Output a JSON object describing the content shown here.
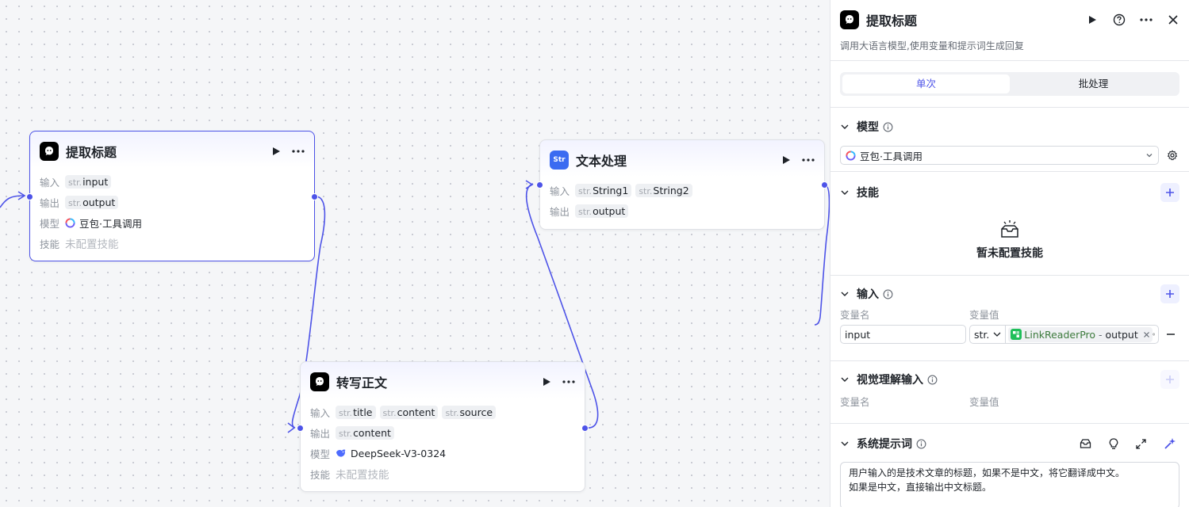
{
  "canvas": {
    "nodes": [
      {
        "id": "extract-title",
        "title": "提取标题",
        "inputs_label": "输入",
        "outputs_label": "输出",
        "model_label": "模型",
        "skills_label": "技能",
        "inputs": [
          {
            "type": "str.",
            "name": "input"
          }
        ],
        "outputs": [
          {
            "type": "str.",
            "name": "output"
          }
        ],
        "model": "豆包·工具调用",
        "skills": "未配置技能"
      },
      {
        "id": "text-process",
        "title": "文本处理",
        "icon_text": "Str",
        "inputs_label": "输入",
        "outputs_label": "输出",
        "inputs": [
          {
            "type": "str.",
            "name": "String1"
          },
          {
            "type": "str.",
            "name": "String2"
          }
        ],
        "outputs": [
          {
            "type": "str.",
            "name": "output"
          }
        ]
      },
      {
        "id": "rewrite-body",
        "title": "转写正文",
        "inputs_label": "输入",
        "outputs_label": "输出",
        "model_label": "模型",
        "skills_label": "技能",
        "inputs": [
          {
            "type": "str.",
            "name": "title"
          },
          {
            "type": "str.",
            "name": "content"
          },
          {
            "type": "str.",
            "name": "source"
          }
        ],
        "outputs": [
          {
            "type": "str.",
            "name": "content"
          }
        ],
        "model": "DeepSeek-V3-0324",
        "skills": "未配置技能"
      }
    ]
  },
  "panel": {
    "title": "提取标题",
    "description": "调用大语言模型,使用变量和提示词生成回复",
    "tabs": [
      "单次",
      "批处理"
    ],
    "active_tab": 0,
    "model_section": {
      "title": "模型",
      "selected": "豆包·工具调用"
    },
    "skills_section": {
      "title": "技能",
      "empty_text": "暂未配置技能"
    },
    "input_section": {
      "title": "输入",
      "col_name": "变量名",
      "col_value": "变量值",
      "rows": [
        {
          "name": "input",
          "type": "str.",
          "ref_source": "LinkReaderPro",
          "ref_sep": " - ",
          "ref_field": "output"
        }
      ]
    },
    "vision_section": {
      "title": "视觉理解输入",
      "col_name": "变量名",
      "col_value": "变量值"
    },
    "system_prompt": {
      "title": "系统提示词",
      "line1": "用户输入的是技术文章的标题，如果不是中文，将它翻译成中文。",
      "line2": "如果是中文，直接输出中文标题。"
    }
  },
  "colors": {
    "accent": "#4d53e8",
    "text_node_icon": "#3b6bf1"
  }
}
